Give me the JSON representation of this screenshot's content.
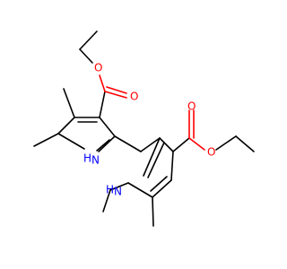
{
  "molecule": {
    "atom_labels": {
      "o1": "O",
      "o2": "O",
      "o3": "O",
      "o4": "O",
      "nh1": "H",
      "n1": "N",
      "nh2": "H",
      "n2": "N"
    },
    "colors": {
      "carbon_bond": "#000000",
      "oxygen": "#ff0000",
      "nitrogen": "#0000ff",
      "background": "#ffffff"
    }
  }
}
